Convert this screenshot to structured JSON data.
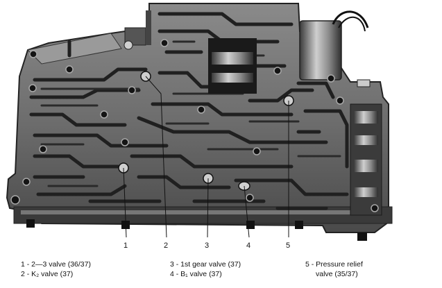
{
  "callouts": [
    {
      "id": "1",
      "label": "1"
    },
    {
      "id": "2",
      "label": "2"
    },
    {
      "id": "3",
      "label": "3"
    },
    {
      "id": "4",
      "label": "4"
    },
    {
      "id": "5",
      "label": "5"
    }
  ],
  "captions": {
    "c1": "1 - 2—3 valve (36/37)",
    "c2": "2 - K₂ valve (37)",
    "c3": "3 - 1st gear valve (37)",
    "c4": "4 - B₁ valve (37)",
    "c5a": "5 - Pressure relief",
    "c5b": "valve (35/37)"
  },
  "colors": {
    "metal": "#6f6f6f",
    "dark": "#1c1c1c",
    "channel": "#2a2a2a",
    "highlight": "#b9b9b9"
  }
}
